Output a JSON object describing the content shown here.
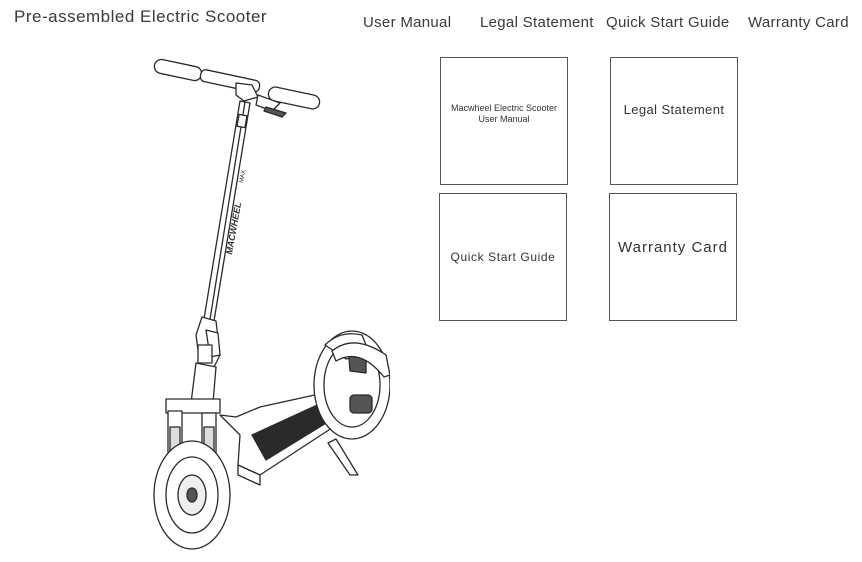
{
  "header": {
    "title": "Pre-assembled Electric Scooter",
    "labels": [
      "User Manual",
      "Legal Statement",
      "Quick Start Guide",
      "Warranty Card"
    ]
  },
  "cards": {
    "manual": {
      "line1": "Macwheel Electric Scooter",
      "line2": "User Manual"
    },
    "legal": "Legal Statement",
    "qsg": "Quick Start Guide",
    "warranty": "Warranty Card"
  },
  "scooter": {
    "brand": "MACWHEEL",
    "model": "MAX"
  }
}
